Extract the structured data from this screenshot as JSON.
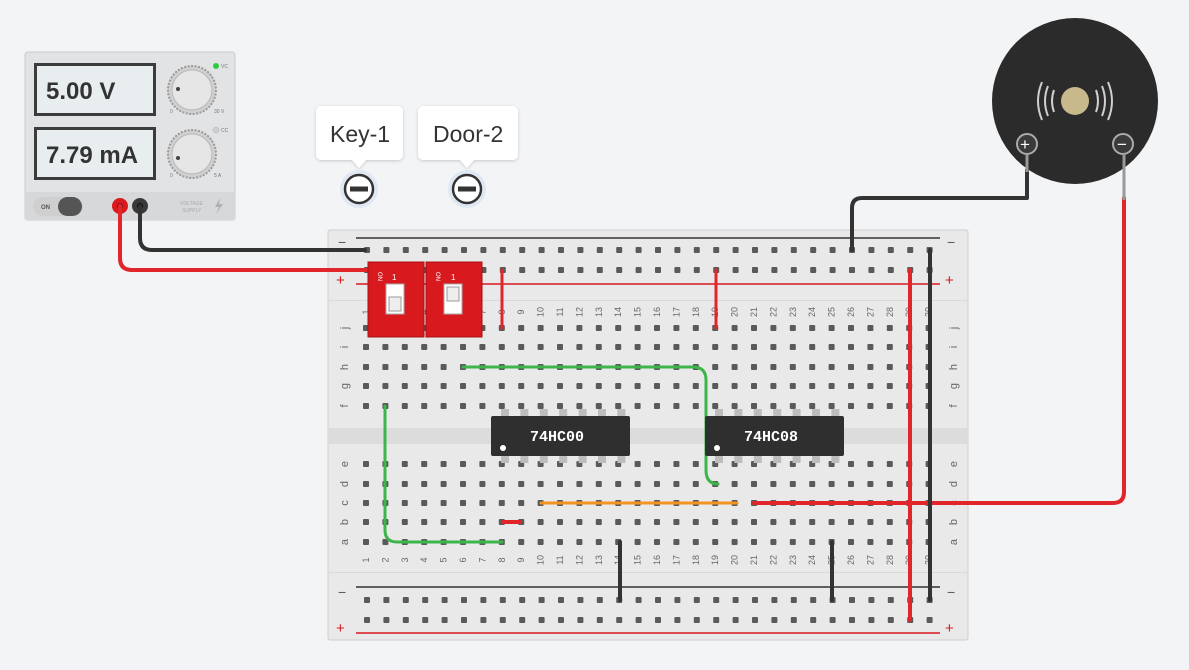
{
  "power_supply": {
    "voltage_display": "5.00 V",
    "current_display": "7.79 mA",
    "voltage_min": "0",
    "voltage_max": "30 V",
    "current_min": "0",
    "current_max": "5 A",
    "cv_label": "VC",
    "cc_label": "CC",
    "switch_label": "ON",
    "supply_label_line1": "VOLTAGE",
    "supply_label_line2": "SUPPLY"
  },
  "switches": [
    {
      "label": "Key-1",
      "dip_on": "ON",
      "dip_num": "1"
    },
    {
      "label": "Door-2",
      "dip_on": "ON",
      "dip_num": "1"
    }
  ],
  "breadboard": {
    "row_letters_top": [
      "j",
      "i",
      "h",
      "g",
      "f"
    ],
    "row_letters_bottom": [
      "e",
      "d",
      "c",
      "b",
      "a"
    ],
    "column_numbers": [
      "1",
      "2",
      "3",
      "4",
      "5",
      "6",
      "7",
      "8",
      "9",
      "10",
      "11",
      "12",
      "13",
      "14",
      "15",
      "16",
      "17",
      "18",
      "19",
      "20",
      "21",
      "22",
      "23",
      "24",
      "25",
      "26",
      "27",
      "28",
      "29",
      "30"
    ],
    "rail_minus": "−",
    "rail_plus": "+"
  },
  "chips": [
    {
      "name": "74HC00"
    },
    {
      "name": "74HC08"
    }
  ],
  "buzzer": {
    "plus": "+",
    "minus": "−"
  },
  "colors": {
    "wire_red": "#e0262b",
    "wire_black": "#333333",
    "wire_green": "#3cb54a",
    "wire_orange": "#f29322",
    "dip_red": "#d8191e",
    "chip": "#2f2f2f",
    "board": "#e9e9e9"
  }
}
